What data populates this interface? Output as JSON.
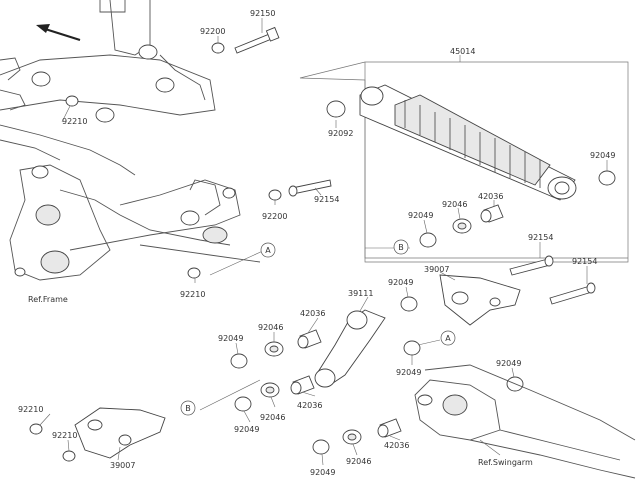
{
  "labels": {
    "p92150": "92150",
    "p92200_top": "92200",
    "p45014": "45014",
    "p92210_left": "92210",
    "p92092": "92092",
    "p92049_r1": "92049",
    "p92154_mid": "92154",
    "p92200_mid": "92200",
    "p42036_r": "42036",
    "p92046_r": "92046",
    "p92049_r2": "92049",
    "p92154_r1": "92154",
    "p92154_r2": "92154",
    "p39007_top": "39007",
    "p92049_m1": "92049",
    "p92210_frame": "92210",
    "ref_frame": "Ref.Frame",
    "p39111": "39111",
    "p42036_m": "42036",
    "p92046_m1": "92046",
    "p92049_m2": "92049",
    "p92049_m3": "92049",
    "p92049_m4": "92049",
    "p92046_m2": "92046",
    "p42036_m2": "42036",
    "p92210_b1": "92210",
    "p92210_b2": "92210",
    "p39007_b": "39007",
    "p92049_b1": "92049",
    "p92046_b": "92046",
    "p42036_b": "42036",
    "p92049_b2": "92049",
    "ref_swingarm": "Ref.Swingarm",
    "callout_a1": "A",
    "callout_a2": "A",
    "callout_b1": "B",
    "callout_b2": "B"
  }
}
